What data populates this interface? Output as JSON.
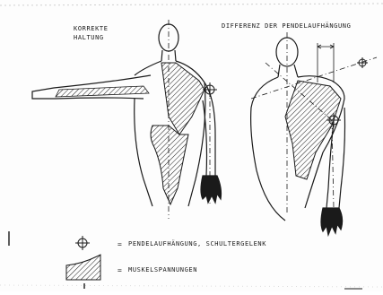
{
  "figure": {
    "label_left_line1": "KORREKTE",
    "label_left_line2": "HALTUNG",
    "label_right": "DIFFERENZ DER PENDELAUFHÄNGUNG"
  },
  "legend": {
    "pivot_equals": "=",
    "pivot_text": "PENDELAUFHÄNGUNG, SCHULTERGELENK",
    "muscle_equals": "=",
    "muscle_text": "MUSKELSPANNUNGEN"
  },
  "icons": {
    "pivot": "crosshair-circle-icon",
    "muscle": "hatched-area-icon"
  },
  "colors": {
    "ink": "#1a1a1a",
    "paper": "#fdfdfd"
  }
}
